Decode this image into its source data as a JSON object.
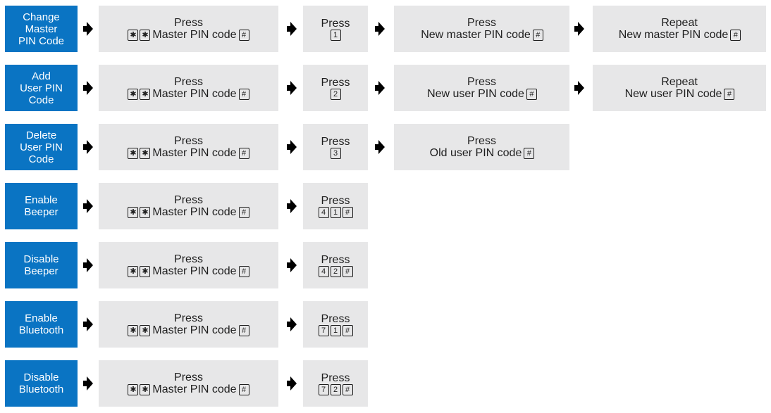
{
  "keys": {
    "star": "✱",
    "hash": "#",
    "1": "1",
    "2": "2",
    "3": "3",
    "4": "4",
    "7": "7"
  },
  "common": {
    "press": "Press",
    "repeat": "Repeat",
    "master_pin_code": "Master PIN code",
    "new_master_pin_code": "New master PIN code",
    "new_user_pin_code": "New user PIN code",
    "old_user_pin_code": "Old user PIN code"
  },
  "rows": [
    {
      "label": [
        "Change",
        "Master",
        "PIN Code"
      ]
    },
    {
      "label": [
        "Add",
        "User PIN",
        "Code"
      ]
    },
    {
      "label": [
        "Delete",
        "User PIN",
        "Code"
      ]
    },
    {
      "label": [
        "Enable",
        "Beeper"
      ]
    },
    {
      "label": [
        "Disable",
        "Beeper"
      ]
    },
    {
      "label": [
        "Enable",
        "Bluetooth"
      ]
    },
    {
      "label": [
        "Disable",
        "Bluetooth"
      ]
    }
  ],
  "colors": {
    "label_bg": "#0a74c3",
    "step_bg": "#e7e7e8",
    "text": "#1e1e1e",
    "arrow": "#000000"
  },
  "icons": {
    "arrow": "right-arrow-icon"
  }
}
